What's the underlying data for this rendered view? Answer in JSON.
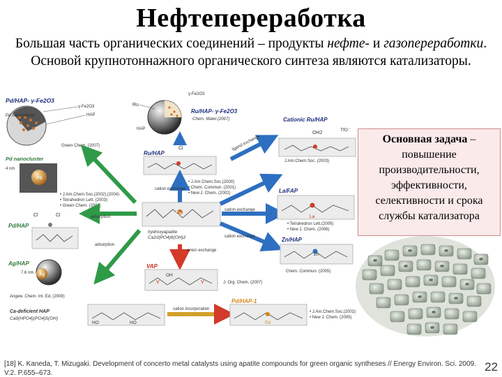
{
  "slide": {
    "title": "Нефтепереработка",
    "intro": {
      "t1": "Большая часть органических соединений – продукты ",
      "t2": "нефте-",
      "t3": " и ",
      "t4": "газопереработки",
      "t5": ". Основой крупнотоннажного органического синтеза являются катализаторы."
    },
    "callout": {
      "bold": "Основная задача",
      "rest": " – повышение производительности, эффективности, селективности и срока службы катализатора"
    },
    "reference": "[18] K. Kaneda, T. Mizugaki. Development of concerto metal catalysts using apatite compounds for green organic syntheses // Energy Environ. Sci. 2009. V.2. P.655–673.",
    "page_number": "22"
  },
  "diagram": {
    "pd_hap_fe_label": "Pd/HAP- γ-Fe2O3",
    "pd_nanoparticle": "Pd nanoparticle",
    "hap": "HAP",
    "green_chem": "Green Chem. (2007)",
    "fe_top": "γ-Fe2O3",
    "ru_label": "Ru",
    "ru_hap_fe": "Ru/HAP- γ-Fe2O3",
    "chem_mater": "Chem. Mater.(2007)",
    "fe_mid": "γ-Fe2O3",
    "hap2": "HAP",
    "cationic": "Cationic Ru/HAP",
    "oh2": "OH2",
    "tfo": "TfO⁻",
    "ligand_exchange": "ligand exchange",
    "cl": "Cl",
    "ruhap": "Ru/HAP",
    "jacs_2003": "J.Am.Chem.Soc. (2003)",
    "pd_nanocluster": "Pd nanocluster",
    "nm4": "4 nm",
    "pd": "Pd",
    "ref_pd1": "• J.Am.Chem.Soc.(2002),(2004)",
    "ref_pd2": "• Tetrahedron Lett. (2003)",
    "ref_pd3": "• Green Chem. (2004)",
    "ref_ru1": "• J.Am.Chem.Soc.(2000)",
    "ref_ru2": "• Chem. Commun. (2001)",
    "ref_ru3": "• New J. Chem. (2002)",
    "cation_exchange": "cation exchange",
    "lafap": "La/FAP",
    "la": "La",
    "ref_la1": "• Tetrahedron Lett.(2005)",
    "ref_la2": "• New J. Chem. (2006)",
    "cl2": "Cl",
    "cl3": "Cl",
    "ca": "Ca",
    "adsorption1": "adsorption",
    "cation_exchange2": "cation exchange",
    "pdhap": "Pd/HAP",
    "hydroxyapatite": "hydroxyapatite",
    "hap_formula": "Ca10(PO4)6(OH)2",
    "adsorption2": "adsorption",
    "cation_exchange3": "cation exchange",
    "znhap": "Zn/HAP",
    "zn": "Zn",
    "chem_commun_2005": "Chem. Commun. (2005)",
    "aghap": "Ag/HAP",
    "nm76": "7.6 nm",
    "ag": "Ag",
    "anion_exchange": "anion exchange",
    "vap": "VAP",
    "oh": "OH",
    "v1": "V",
    "v2": "V",
    "j_org_chem": "J. Org. Chem. (2007)",
    "angew": "Angew. Chem. Int. Ed. (2008)",
    "ca_def_hap": "Ca-deficient HAP",
    "ca_def_formula": "Ca9(HPO4)(PO4)5(OH)",
    "ho1": "HO",
    "ho2": "HO",
    "cation_incorporation": "cation incorporation",
    "pdhap1": "Pd/HAP-1",
    "pd2": "Pd",
    "ref_pd1a": "• J.Am.Chem.Soc.(2002)",
    "ref_pd1b": "• New J. Chem. (2005)"
  },
  "colors": {
    "arrow_green": "#2f9a48",
    "arrow_blue": "#2d6fc1",
    "arrow_red": "#d23a2a",
    "label_blue": "#1f4e9a",
    "label_green": "#2f7a3a",
    "label_red": "#cc2a1a",
    "callout_bg": "#fbeaea"
  }
}
